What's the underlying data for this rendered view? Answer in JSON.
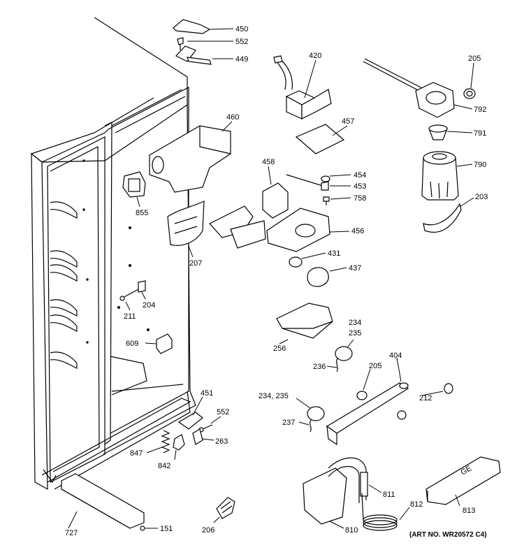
{
  "parts": [
    {
      "id": "p450",
      "number": "450"
    },
    {
      "id": "p552a",
      "number": "552"
    },
    {
      "id": "p449",
      "number": "449"
    },
    {
      "id": "p420",
      "number": "420"
    },
    {
      "id": "p205a",
      "number": "205"
    },
    {
      "id": "p792",
      "number": "792"
    },
    {
      "id": "p791",
      "number": "791"
    },
    {
      "id": "p790",
      "number": "790"
    },
    {
      "id": "p203",
      "number": "203"
    },
    {
      "id": "p460",
      "number": "460"
    },
    {
      "id": "p457",
      "number": "457"
    },
    {
      "id": "p458",
      "number": "458"
    },
    {
      "id": "p454",
      "number": "454"
    },
    {
      "id": "p453",
      "number": "453"
    },
    {
      "id": "p758",
      "number": "758"
    },
    {
      "id": "p855",
      "number": "855"
    },
    {
      "id": "p456",
      "number": "456"
    },
    {
      "id": "p207",
      "number": "207"
    },
    {
      "id": "p431",
      "number": "431"
    },
    {
      "id": "p437",
      "number": "437"
    },
    {
      "id": "p204",
      "number": "204"
    },
    {
      "id": "p211",
      "number": "211"
    },
    {
      "id": "p234a",
      "number": "234"
    },
    {
      "id": "p235a",
      "number": "235"
    },
    {
      "id": "p256",
      "number": "256"
    },
    {
      "id": "p609",
      "number": "609"
    },
    {
      "id": "p236",
      "number": "236"
    },
    {
      "id": "p205b",
      "number": "205"
    },
    {
      "id": "p404",
      "number": "404"
    },
    {
      "id": "p451",
      "number": "451"
    },
    {
      "id": "p234b",
      "number": "234, 235"
    },
    {
      "id": "p212",
      "number": "212"
    },
    {
      "id": "p552b",
      "number": "552"
    },
    {
      "id": "p263",
      "number": "263"
    },
    {
      "id": "p237",
      "number": "237"
    },
    {
      "id": "p847",
      "number": "847"
    },
    {
      "id": "p842",
      "number": "842"
    },
    {
      "id": "p811",
      "number": "811"
    },
    {
      "id": "p812",
      "number": "812"
    },
    {
      "id": "p813",
      "number": "813"
    },
    {
      "id": "p727",
      "number": "727"
    },
    {
      "id": "p151",
      "number": "151"
    },
    {
      "id": "p206",
      "number": "206"
    },
    {
      "id": "p810",
      "number": "810"
    }
  ],
  "art_number": "(ART NO. WR20572 C4)",
  "part_text": "GE"
}
